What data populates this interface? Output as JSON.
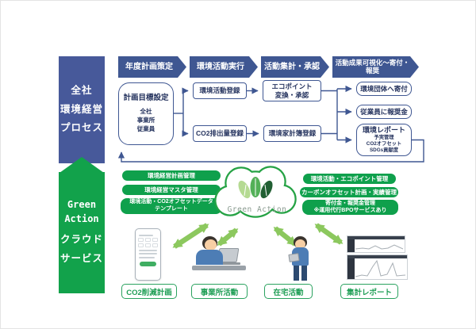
{
  "sidebar": {
    "process_label": "全社\n環境経営\nプロセス",
    "service_label_en": "Green\nAction",
    "service_label_ja": "クラウド\nサービス"
  },
  "phases": [
    {
      "label": "年度計画策定"
    },
    {
      "label": "環境活動実行"
    },
    {
      "label": "活動集計・承認"
    },
    {
      "label": "活動成果可視化～寄付・報奨"
    }
  ],
  "flow": {
    "plan_title": "計画目標設定",
    "plan_scope": "全社\n事業所\n従業員",
    "activity_register": "環境活動登録",
    "co2_register": "CO2排出量登録",
    "ecopoint_approval": "エコポイント\n変換・承認",
    "household_ledger": "環境家計簿登録",
    "donation": "環境団体へ寄付",
    "reward": "従業員に報奨金",
    "report_title": "環境レポート",
    "report_items": "予実管理\nCO2オフセット\nSDGs貢献度"
  },
  "cloud": {
    "label": "Green Action"
  },
  "features_left": [
    "環境経営計画管理",
    "環境経営マスタ管理",
    "環境活動・CO2オフセットデータ\nテンプレート"
  ],
  "features_right": [
    "環境活動・エコポイント管理",
    "カーボンオフセット計画・実績管理",
    "寄付金・報奨金管理\n※運用代行BPOサービスあり"
  ],
  "clients": [
    {
      "label": "CO2削減計画"
    },
    {
      "label": "事業所活動"
    },
    {
      "label": "在宅活動"
    },
    {
      "label": "集計レポート"
    }
  ],
  "colors": {
    "blue": "#3f5792",
    "green": "#12a24b",
    "arrow_green": "#8cc85e"
  }
}
